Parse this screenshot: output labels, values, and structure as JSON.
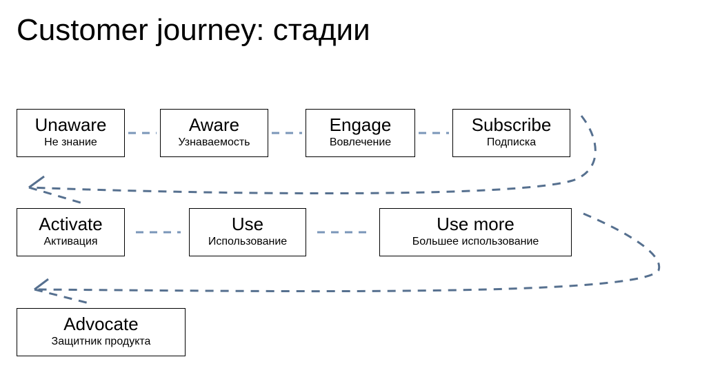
{
  "slide": {
    "title": "Customer journey: стадии",
    "background_color": "#ffffff",
    "box_border_color": "#000000",
    "connector_color": "#56708f",
    "short_dash_color": "#7a96b8"
  },
  "rows": [
    {
      "row_name": "row-1",
      "stages": [
        {
          "en": "Unaware",
          "ru": "Не знание"
        },
        {
          "en": "Aware",
          "ru": "Узнаваемость"
        },
        {
          "en": "Engage",
          "ru": "Вовлечение"
        },
        {
          "en": "Subscribe",
          "ru": "Подписка"
        }
      ]
    },
    {
      "row_name": "row-2",
      "stages": [
        {
          "en": "Activate",
          "ru": "Активация"
        },
        {
          "en": "Use",
          "ru": "Использование"
        },
        {
          "en": "Use more",
          "ru": "Большее использование"
        }
      ]
    },
    {
      "row_name": "row-3",
      "stages": [
        {
          "en": "Advocate",
          "ru": "Защитник продукта"
        }
      ]
    }
  ]
}
